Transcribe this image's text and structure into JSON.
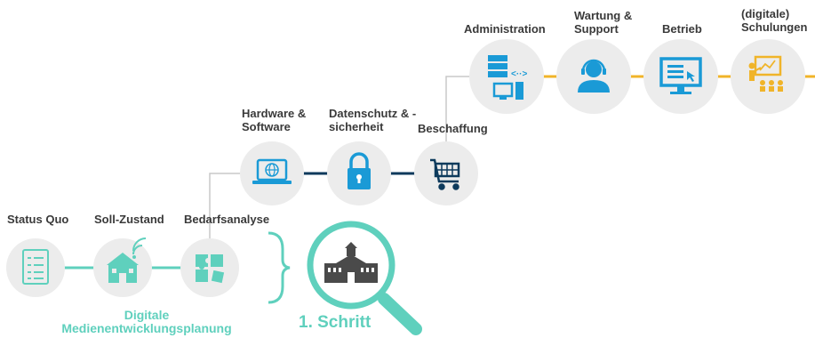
{
  "colors": {
    "green_stage": "#5fd0bd",
    "navy_stage": "#0d3a5c",
    "yellow_stage": "#f0b429",
    "icon_blue": "#1a9ad6",
    "circle_fill": "#ececec",
    "text": "#3a3a3a"
  },
  "stage1": {
    "items": [
      {
        "label": "Status Quo",
        "icon": "checklist-icon"
      },
      {
        "label": "Soll-Zustand",
        "icon": "school-wifi-icon"
      },
      {
        "label": "Bedarfsanalyse",
        "icon": "puzzle-icon"
      }
    ],
    "caption_line1": "Digitale",
    "caption_line2": "Medienentwicklungsplanung",
    "first_step": "1. Schritt"
  },
  "stage2": {
    "items": [
      {
        "line1": "Hardware &",
        "line2": "Software",
        "icon": "laptop-globe-icon"
      },
      {
        "line1": "Datenschutz & -",
        "line2": "sicherheit",
        "icon": "padlock-icon"
      },
      {
        "line1": "Beschaffung",
        "line2": "",
        "icon": "shopping-cart-icon"
      }
    ]
  },
  "stage3": {
    "items": [
      {
        "line1": "Administration",
        "line2": "",
        "icon": "server-network-icon"
      },
      {
        "line1": "Wartung &",
        "line2": "Support",
        "icon": "headset-support-icon"
      },
      {
        "line1": "Betrieb",
        "line2": "",
        "icon": "monitor-icon"
      },
      {
        "line1": "(digitale)",
        "line2": "Schulungen",
        "icon": "training-presentation-icon"
      }
    ]
  }
}
